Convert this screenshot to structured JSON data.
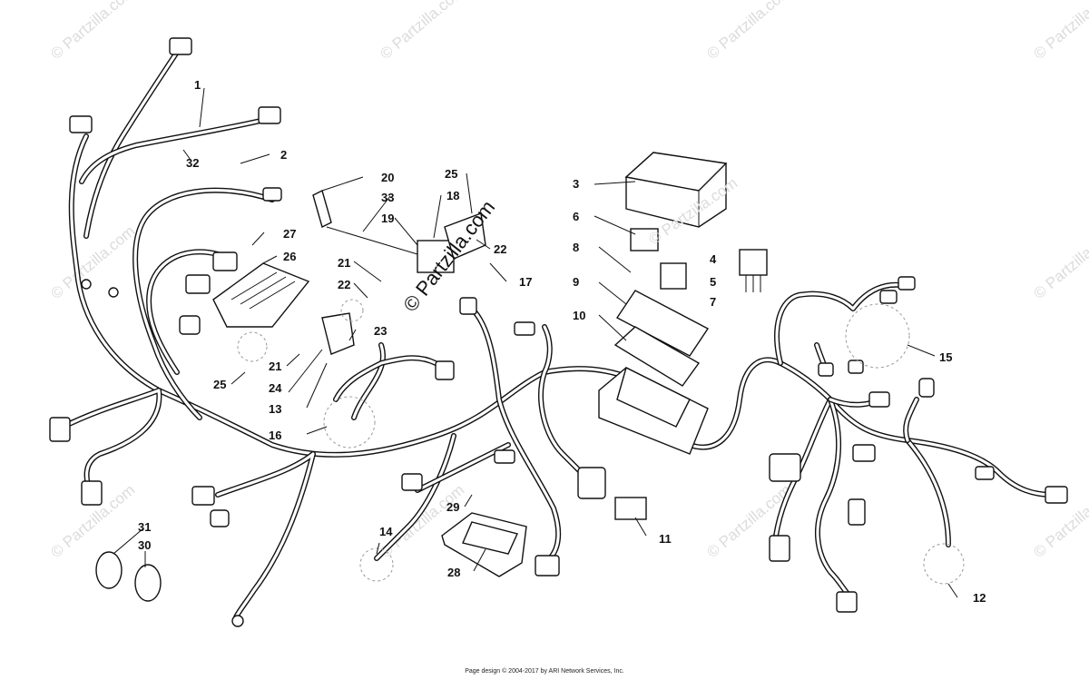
{
  "watermark": {
    "text": "© Partzilla.com"
  },
  "callouts": [
    "1",
    "2",
    "3",
    "4",
    "5",
    "6",
    "7",
    "8",
    "9",
    "10",
    "11",
    "12",
    "13",
    "14",
    "15",
    "16",
    "17",
    "18",
    "19",
    "20",
    "21",
    "21",
    "22",
    "22",
    "23",
    "24",
    "25",
    "25",
    "26",
    "27",
    "28",
    "29",
    "30",
    "31",
    "32",
    "33"
  ],
  "footer": {
    "text": "Page design © 2004-2017 by ARI Network Services, Inc."
  }
}
